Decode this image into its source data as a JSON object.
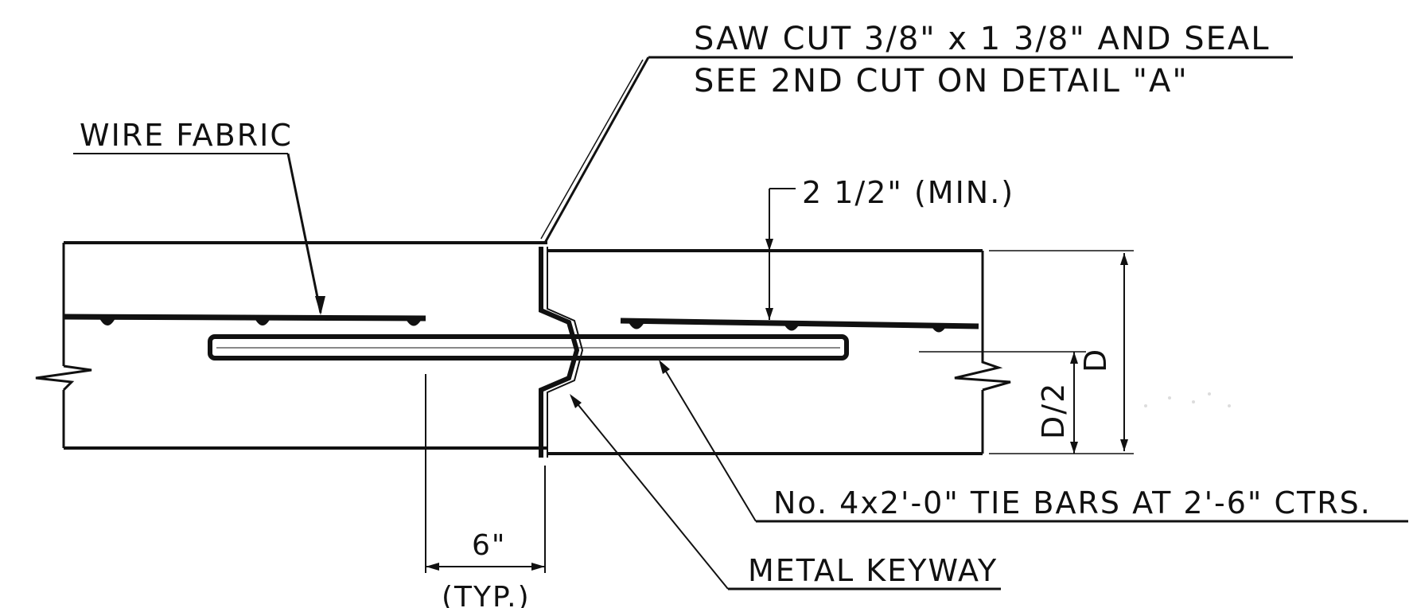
{
  "labels": {
    "saw_cut_line1": "SAW CUT 3/8\" x 1 3/8\" AND SEAL",
    "saw_cut_line2": "SEE 2ND CUT ON DETAIL \"A\"",
    "wire_fabric": "WIRE FABRIC",
    "cover_min": "2 1/2\" (MIN.)",
    "depth": "D",
    "half_depth": "D/2",
    "tie_bars": "No. 4x2'-0\" TIE BARS AT 2'-6\" CTRS.",
    "metal_keyway": "METAL KEYWAY",
    "spacing": "6\"",
    "spacing_note": "(TYP.)"
  }
}
